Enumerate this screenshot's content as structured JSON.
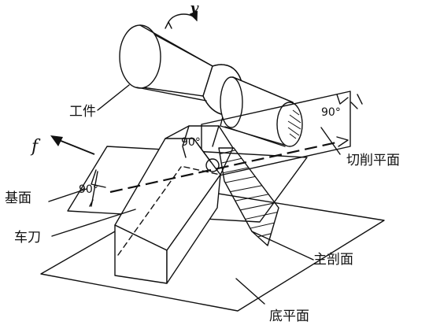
{
  "labels": {
    "workpiece": "工件",
    "cutting_plane": "切削平面",
    "base_plane": "基面",
    "tool": "车刀",
    "main_section": "主剖面",
    "bottom_plane": "底平面"
  },
  "symbols": {
    "velocity": "v",
    "feed": "f"
  },
  "angles": {
    "top": "90°",
    "right": "90°",
    "left": "90°"
  }
}
